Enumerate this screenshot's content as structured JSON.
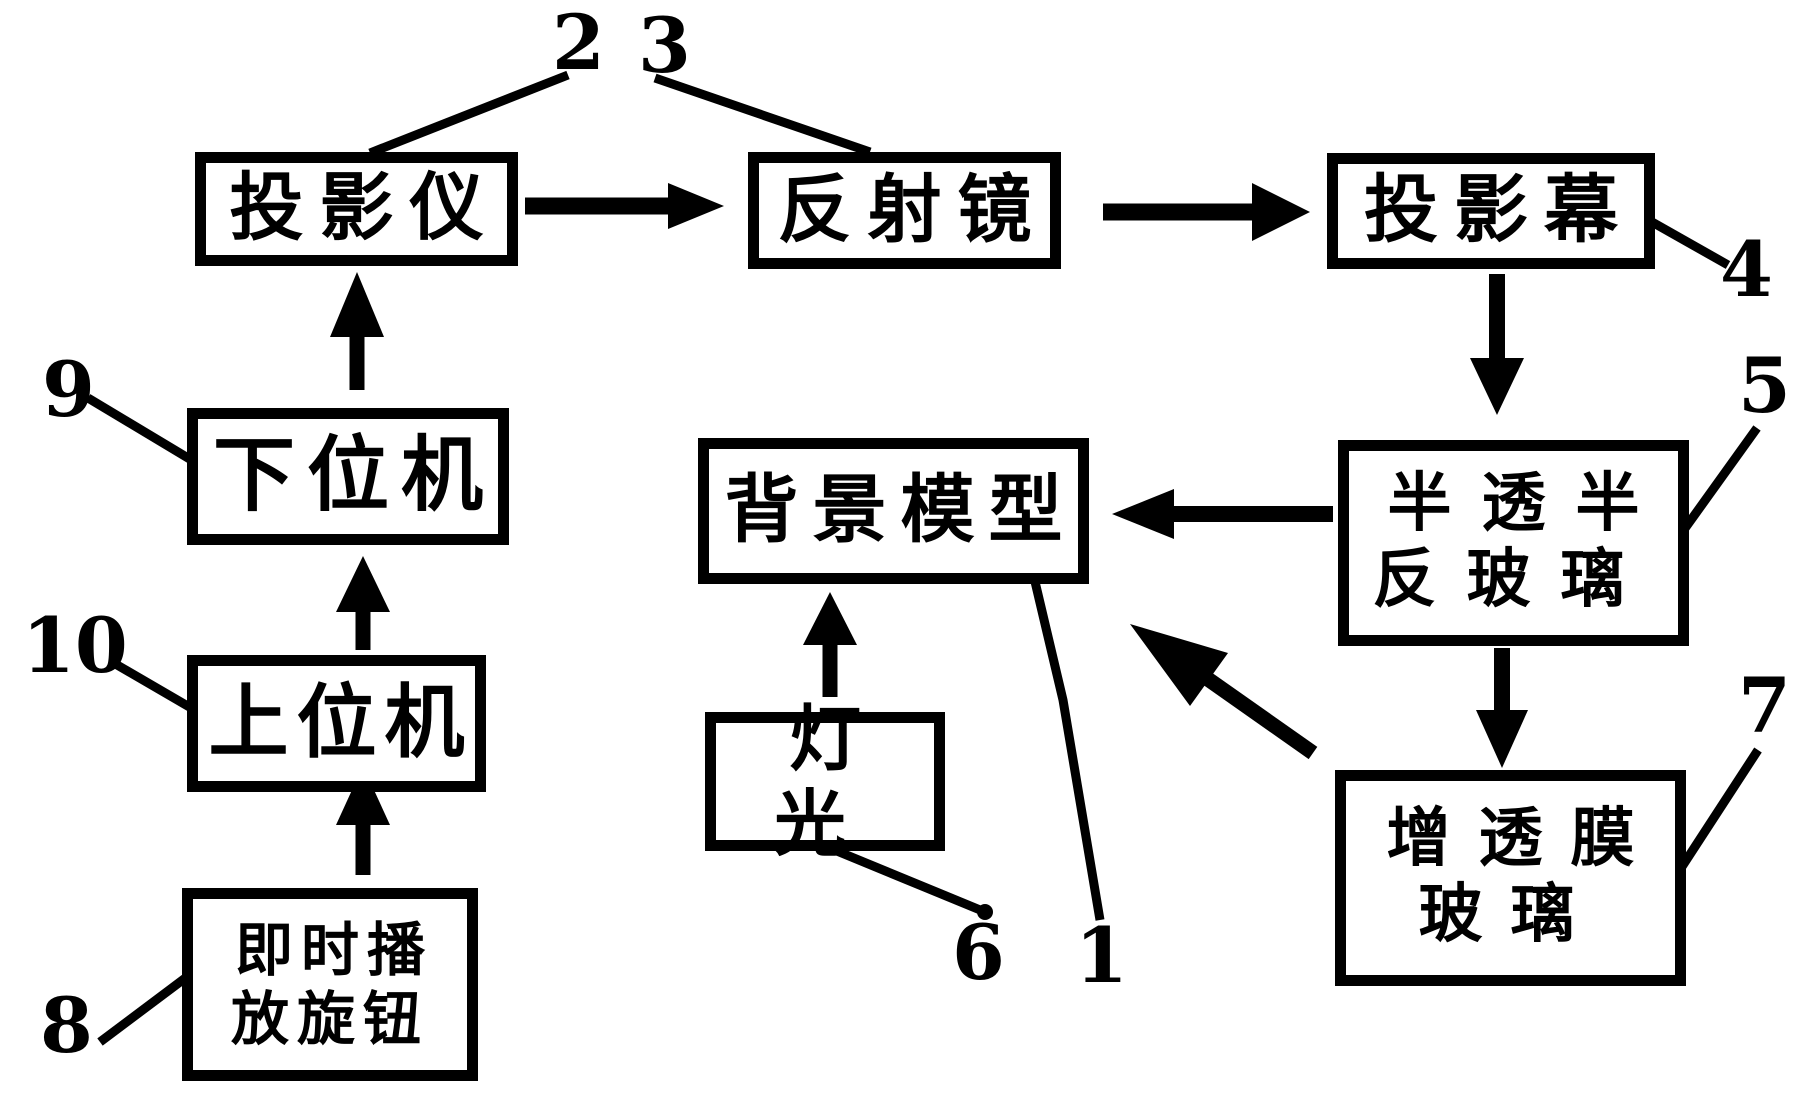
{
  "figure": {
    "type": "patent-style block diagram",
    "ink_color": "#000000",
    "paper_color": "#ffffff"
  },
  "nodes": [
    {
      "id": "projector",
      "label": "投影仪"
    },
    {
      "id": "mirror",
      "label": "反射镜"
    },
    {
      "id": "screen",
      "label": "投影幕"
    },
    {
      "id": "lower-computer",
      "label": "下位机"
    },
    {
      "id": "upper-computer",
      "label": "上位机"
    },
    {
      "id": "instant-play-knob",
      "label": "即时播\n放旋钮"
    },
    {
      "id": "background-model",
      "label": "背景模型"
    },
    {
      "id": "half-mirror-glass",
      "label": "半透半\n反玻璃"
    },
    {
      "id": "light",
      "label": "灯光"
    },
    {
      "id": "ar-coating-glass",
      "label": "增透膜\n玻璃"
    }
  ],
  "callouts": [
    {
      "label": "1"
    },
    {
      "label": "2"
    },
    {
      "label": "3"
    },
    {
      "label": "4"
    },
    {
      "label": "5"
    },
    {
      "label": "6"
    },
    {
      "label": "7"
    },
    {
      "label": "8"
    },
    {
      "label": "9"
    },
    {
      "label": "10"
    }
  ],
  "connections": [
    "projector -> mirror",
    "mirror -> screen",
    "screen -> half-mirror-glass",
    "half-mirror-glass -> background-model",
    "half-mirror-glass -> ar-coating-glass",
    "ar-coating-glass -> background-model",
    "light -> background-model",
    "instant-play-knob -> upper-computer",
    "upper-computer -> lower-computer",
    "lower-computer -> projector"
  ]
}
